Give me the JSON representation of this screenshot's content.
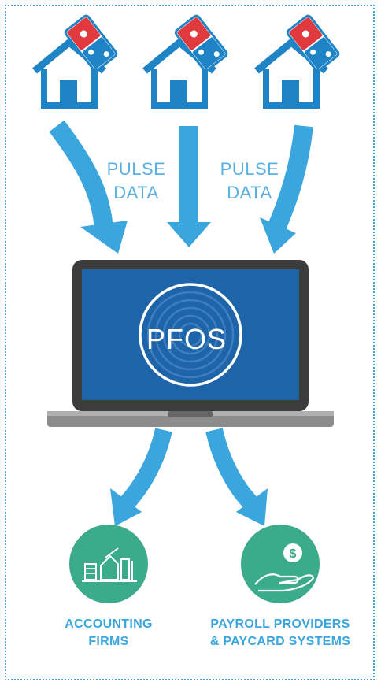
{
  "pulse_labels": [
    {
      "line1": "PULSE",
      "line2": "DATA"
    },
    {
      "line1": "PULSE",
      "line2": "DATA"
    }
  ],
  "center_label": "PFOS",
  "outputs": [
    {
      "line1": "ACCOUNTING",
      "line2": "FIRMS",
      "icon": "accounting-icon"
    },
    {
      "line1": "PAYROLL PROVIDERS",
      "line2": "& PAYCARD SYSTEMS",
      "icon": "payroll-icon"
    }
  ],
  "colors": {
    "blue": "#1f84c6",
    "light_blue": "#3aa6dd",
    "red": "#e03a3e",
    "screen": "#1d64a8",
    "laptop_frame": "#3c3c3c",
    "teal": "#3bab8c"
  }
}
